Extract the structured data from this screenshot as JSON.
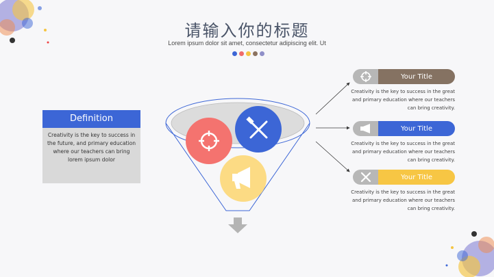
{
  "header": {
    "title": "请输入你的标题",
    "subtitle": "Lorem ipsum dolor sit amet, consectetur adipiscing elit. Ut",
    "dot_colors": [
      "#3c66d6",
      "#ef6b6b",
      "#f5c542",
      "#8c7360",
      "#8f8fc8"
    ]
  },
  "definition": {
    "heading": "Definition",
    "text": "Creativity is the key to success in the future, and primary education where our teachers can bring lorem ipsum dolor"
  },
  "funnel": {
    "circles": [
      {
        "icon": "crosshair-icon",
        "color": "#f4736f"
      },
      {
        "icon": "tools-icon",
        "color": "#3c66d6"
      },
      {
        "icon": "megaphone-icon",
        "color": "#fcdb84"
      }
    ]
  },
  "items": [
    {
      "label": "Your Title",
      "icon": "crosshair-icon",
      "color": "#857262",
      "text": "Creativity is the key to success in the great and primary education where our teachers can bring creativity."
    },
    {
      "label": "Your Title",
      "icon": "megaphone-icon",
      "color": "#3c66d6",
      "text": "Creativity is the key to success in the great and primary education where our teachers can bring creativity."
    },
    {
      "label": "Your Title",
      "icon": "tools-icon",
      "color": "#f7c644",
      "text": "Creativity is the key to success in the great and primary education where our teachers can bring creativity."
    }
  ]
}
